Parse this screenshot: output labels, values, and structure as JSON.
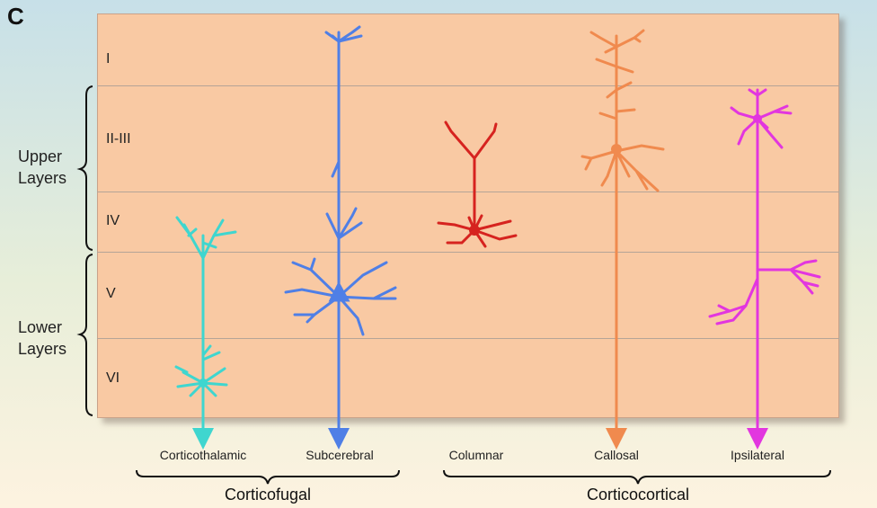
{
  "panel_letter": "C",
  "layers": [
    "I",
    "II-III",
    "IV",
    "V",
    "VI"
  ],
  "layer_groups": {
    "upper": "Upper\nLayers",
    "lower": "Lower\nLayers"
  },
  "neurons": [
    {
      "name": "Corticothalamic",
      "color": "#3fd6cf"
    },
    {
      "name": "Subcerebral",
      "color": "#4f7fe6"
    },
    {
      "name": "Columnar",
      "color": "#d6231f"
    },
    {
      "name": "Callosal",
      "color": "#f08a4e"
    },
    {
      "name": "Ipsilateral",
      "color": "#e236df"
    }
  ],
  "classes": [
    "Corticofugal",
    "Corticocortical"
  ]
}
